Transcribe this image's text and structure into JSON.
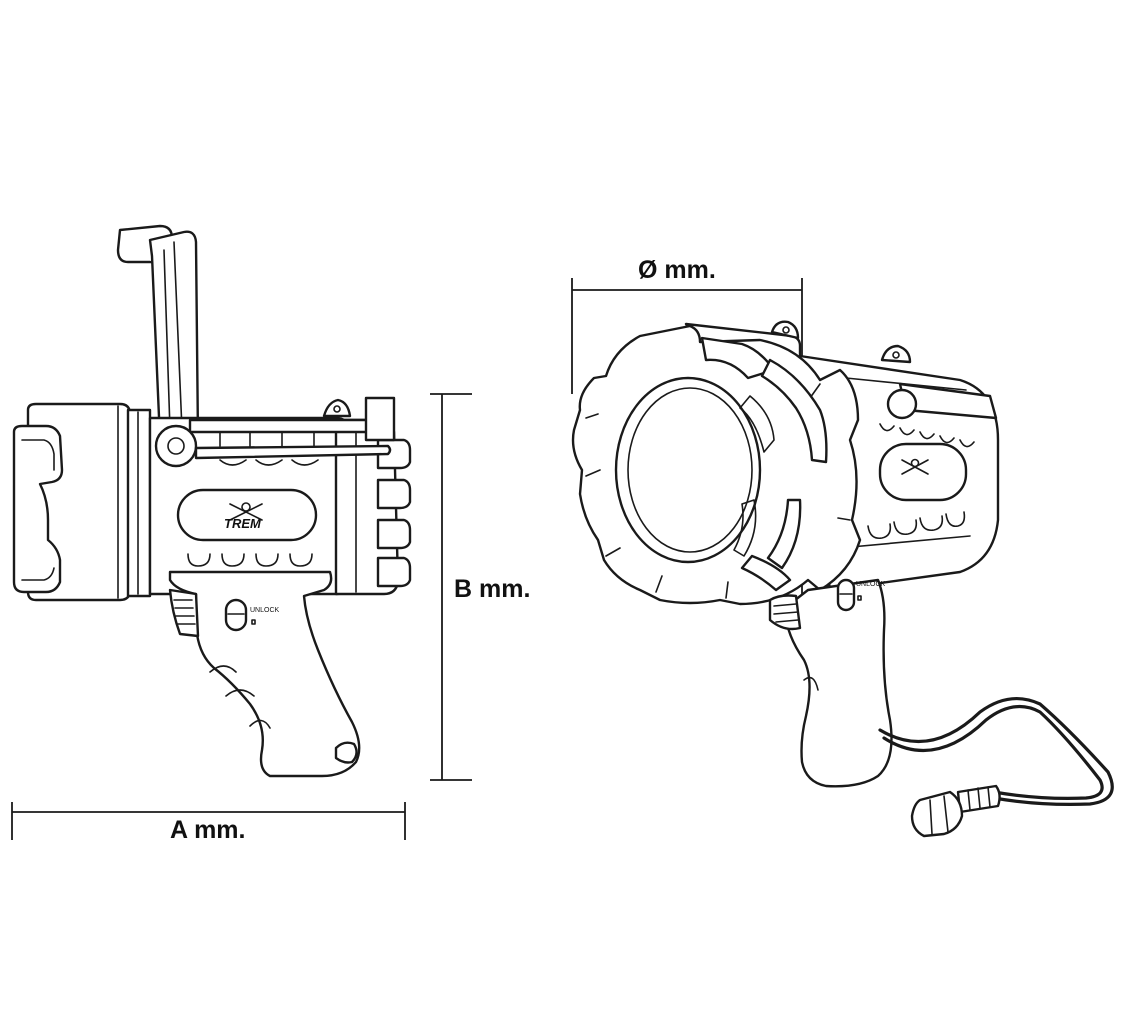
{
  "dimensions": {
    "width_label": "A mm.",
    "height_label": "B mm.",
    "diameter_label": "Ø mm."
  },
  "switch": {
    "unlock_label": "UNLOCK"
  },
  "logo": {
    "text": "TREM",
    "badge": "X"
  }
}
